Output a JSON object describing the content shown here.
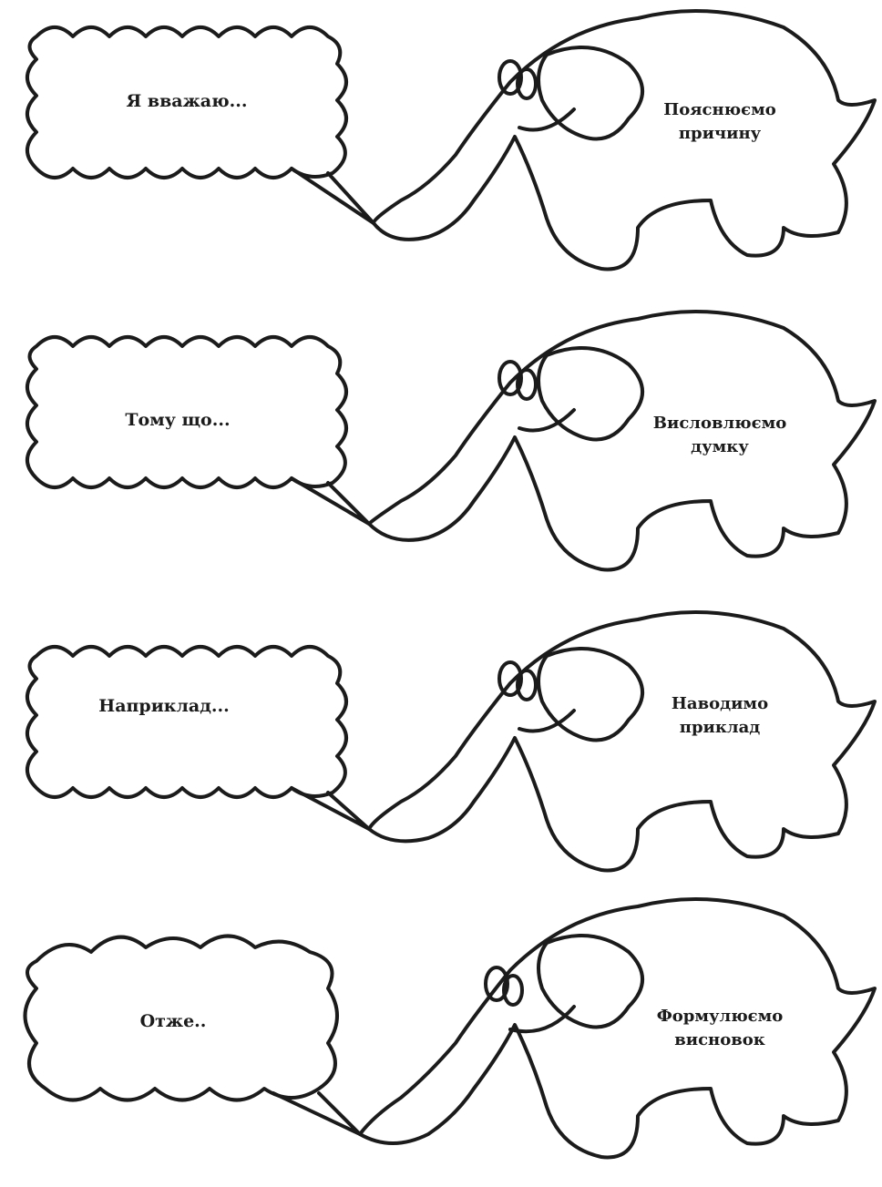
{
  "rows": [
    {
      "bubble": "Я вважаю...",
      "step": [
        "Пояснюємо",
        "причину"
      ]
    },
    {
      "bubble": "Тому що...",
      "step": [
        "Висловлюємо",
        "думку"
      ]
    },
    {
      "bubble": "Наприклад...",
      "step": [
        "Наводимо",
        "приклад"
      ]
    },
    {
      "bubble": "Отже..",
      "step": [
        "Формулюємо",
        "висновок"
      ]
    }
  ],
  "colors": {
    "ink": "#1b1b1b",
    "paper": "#ffffff"
  },
  "icons": [
    "elephant-icon",
    "speech-bubble-icon"
  ]
}
